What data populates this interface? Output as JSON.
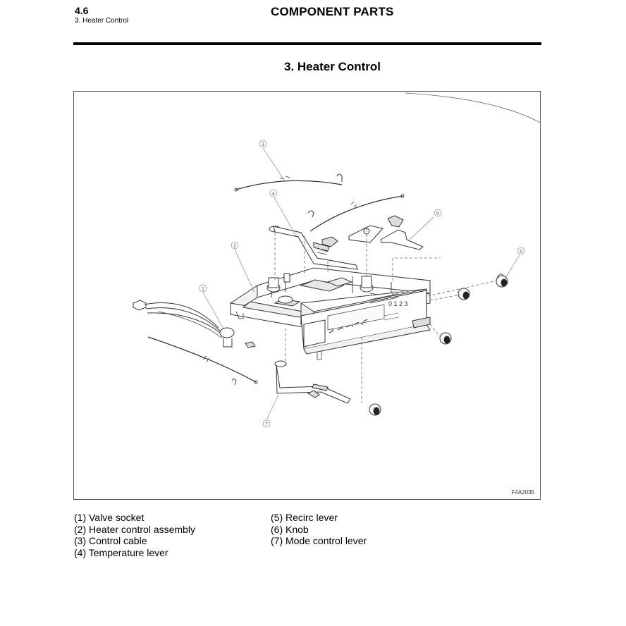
{
  "header": {
    "section_number": "4.6",
    "section_subtitle": "3. Heater Control",
    "title": "COMPONENT PARTS"
  },
  "page_title": "3. Heater Control",
  "figure": {
    "code": "F4A2035",
    "callouts": [
      "1",
      "2",
      "3",
      "4",
      "5",
      "6",
      "7"
    ],
    "panel_digits": "0 1 2 3"
  },
  "legend": {
    "left": [
      "(1) Valve socket",
      "(2) Heater control assembly",
      "(3) Control cable",
      "(4) Temperature lever"
    ],
    "right": [
      "(5) Recirc lever",
      "(6) Knob",
      "(7) Mode control lever"
    ]
  }
}
